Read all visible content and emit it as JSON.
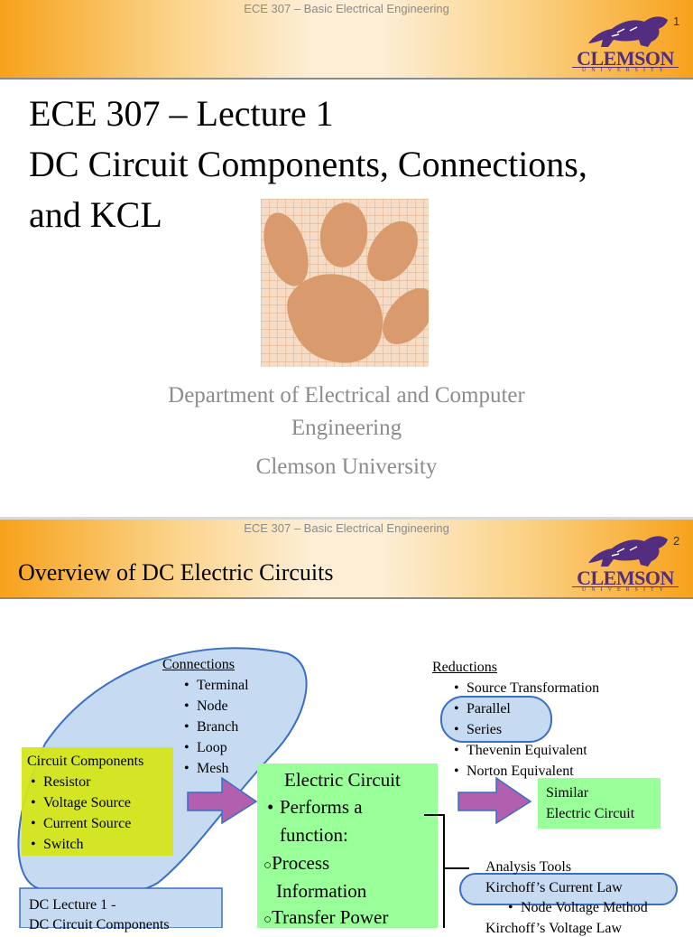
{
  "slide1": {
    "course_header": "ECE 307 – Basic Electrical Engineering",
    "slide_number": "1",
    "logo": {
      "wordmark": "CLEMSON",
      "subword": "UNIVERSITY"
    },
    "title_line1": "ECE 307 – Lecture 1",
    "title_line2": "DC Circuit Components, Connections,",
    "title_line3": "and KCL",
    "image_icon": "paw-print-icon",
    "department_line1": "Department of Electrical and Computer",
    "department_line2": "Engineering",
    "university": "Clemson University"
  },
  "slide2": {
    "course_header": "ECE 307 – Basic Electrical Engineering",
    "slide_number": "2",
    "logo": {
      "wordmark": "CLEMSON",
      "subword": "UNIVERSITY"
    },
    "title": "Overview of DC Electric Circuits",
    "connections": {
      "heading": "Connections",
      "items": [
        "Terminal",
        "Node",
        "Branch",
        "Loop",
        "Mesh"
      ]
    },
    "components": {
      "heading": "Circuit Components",
      "items": [
        "Resistor",
        "Voltage Source",
        "Current Source",
        "Switch"
      ]
    },
    "electric_circuit": {
      "heading": "Electric Circuit",
      "bullet": "Performs a",
      "bullet_cont": "function:",
      "item1": "Process",
      "item1_cont": "Information",
      "item2": "Transfer Power"
    },
    "reductions": {
      "heading": "Reductions",
      "items": [
        "Source Transformation",
        "Parallel",
        "Series",
        "Thevenin Equivalent",
        "Norton Equivalent"
      ]
    },
    "similar": {
      "line1": "Similar",
      "line2": "Electric Circuit"
    },
    "analysis": {
      "heading": "Analysis Tools",
      "kcl": "Kirchoff’s Current Law",
      "node_method": "Node Voltage Method",
      "kvl": "Kirchoff’s Voltage Law"
    },
    "lecture_box": {
      "line1": "DC Lecture 1 -",
      "line2": "DC Circuit Components"
    },
    "colors": {
      "purple": "#522d80",
      "green": "#99ff99",
      "yellow": "#d4e619",
      "blue_bubble": "#c6dbf1",
      "arrow": "#b35fb0"
    }
  }
}
